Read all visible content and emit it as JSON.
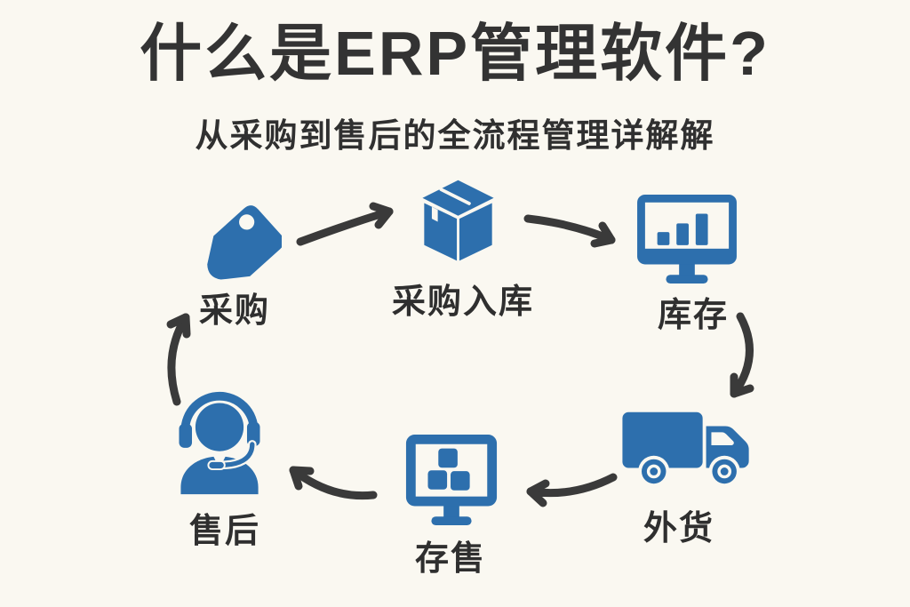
{
  "header": {
    "title": "什么是ERP管理软件?",
    "subtitle": "从采购到售后的全流程管理详解解"
  },
  "palette": {
    "background": "#faf8f1",
    "icon_blue": "#2d6fad",
    "heading_text": "#333333",
    "label_text": "#2f2f2f",
    "arrow": "#3a3a3a"
  },
  "flow": {
    "type": "cycle",
    "nodes": [
      {
        "label": "采购",
        "icon": "price-tag-icon"
      },
      {
        "label": "采购入库",
        "icon": "package-box-icon"
      },
      {
        "label": "库存",
        "icon": "bar-chart-monitor-icon"
      },
      {
        "label": "外货",
        "icon": "delivery-truck-icon"
      },
      {
        "label": "存售",
        "icon": "squares-monitor-icon"
      },
      {
        "label": "售后",
        "icon": "headset-support-icon"
      }
    ],
    "edges": [
      {
        "from": 0,
        "to": 1
      },
      {
        "from": 1,
        "to": 2
      },
      {
        "from": 2,
        "to": 3
      },
      {
        "from": 3,
        "to": 4
      },
      {
        "from": 4,
        "to": 5
      },
      {
        "from": 5,
        "to": 0
      }
    ]
  }
}
